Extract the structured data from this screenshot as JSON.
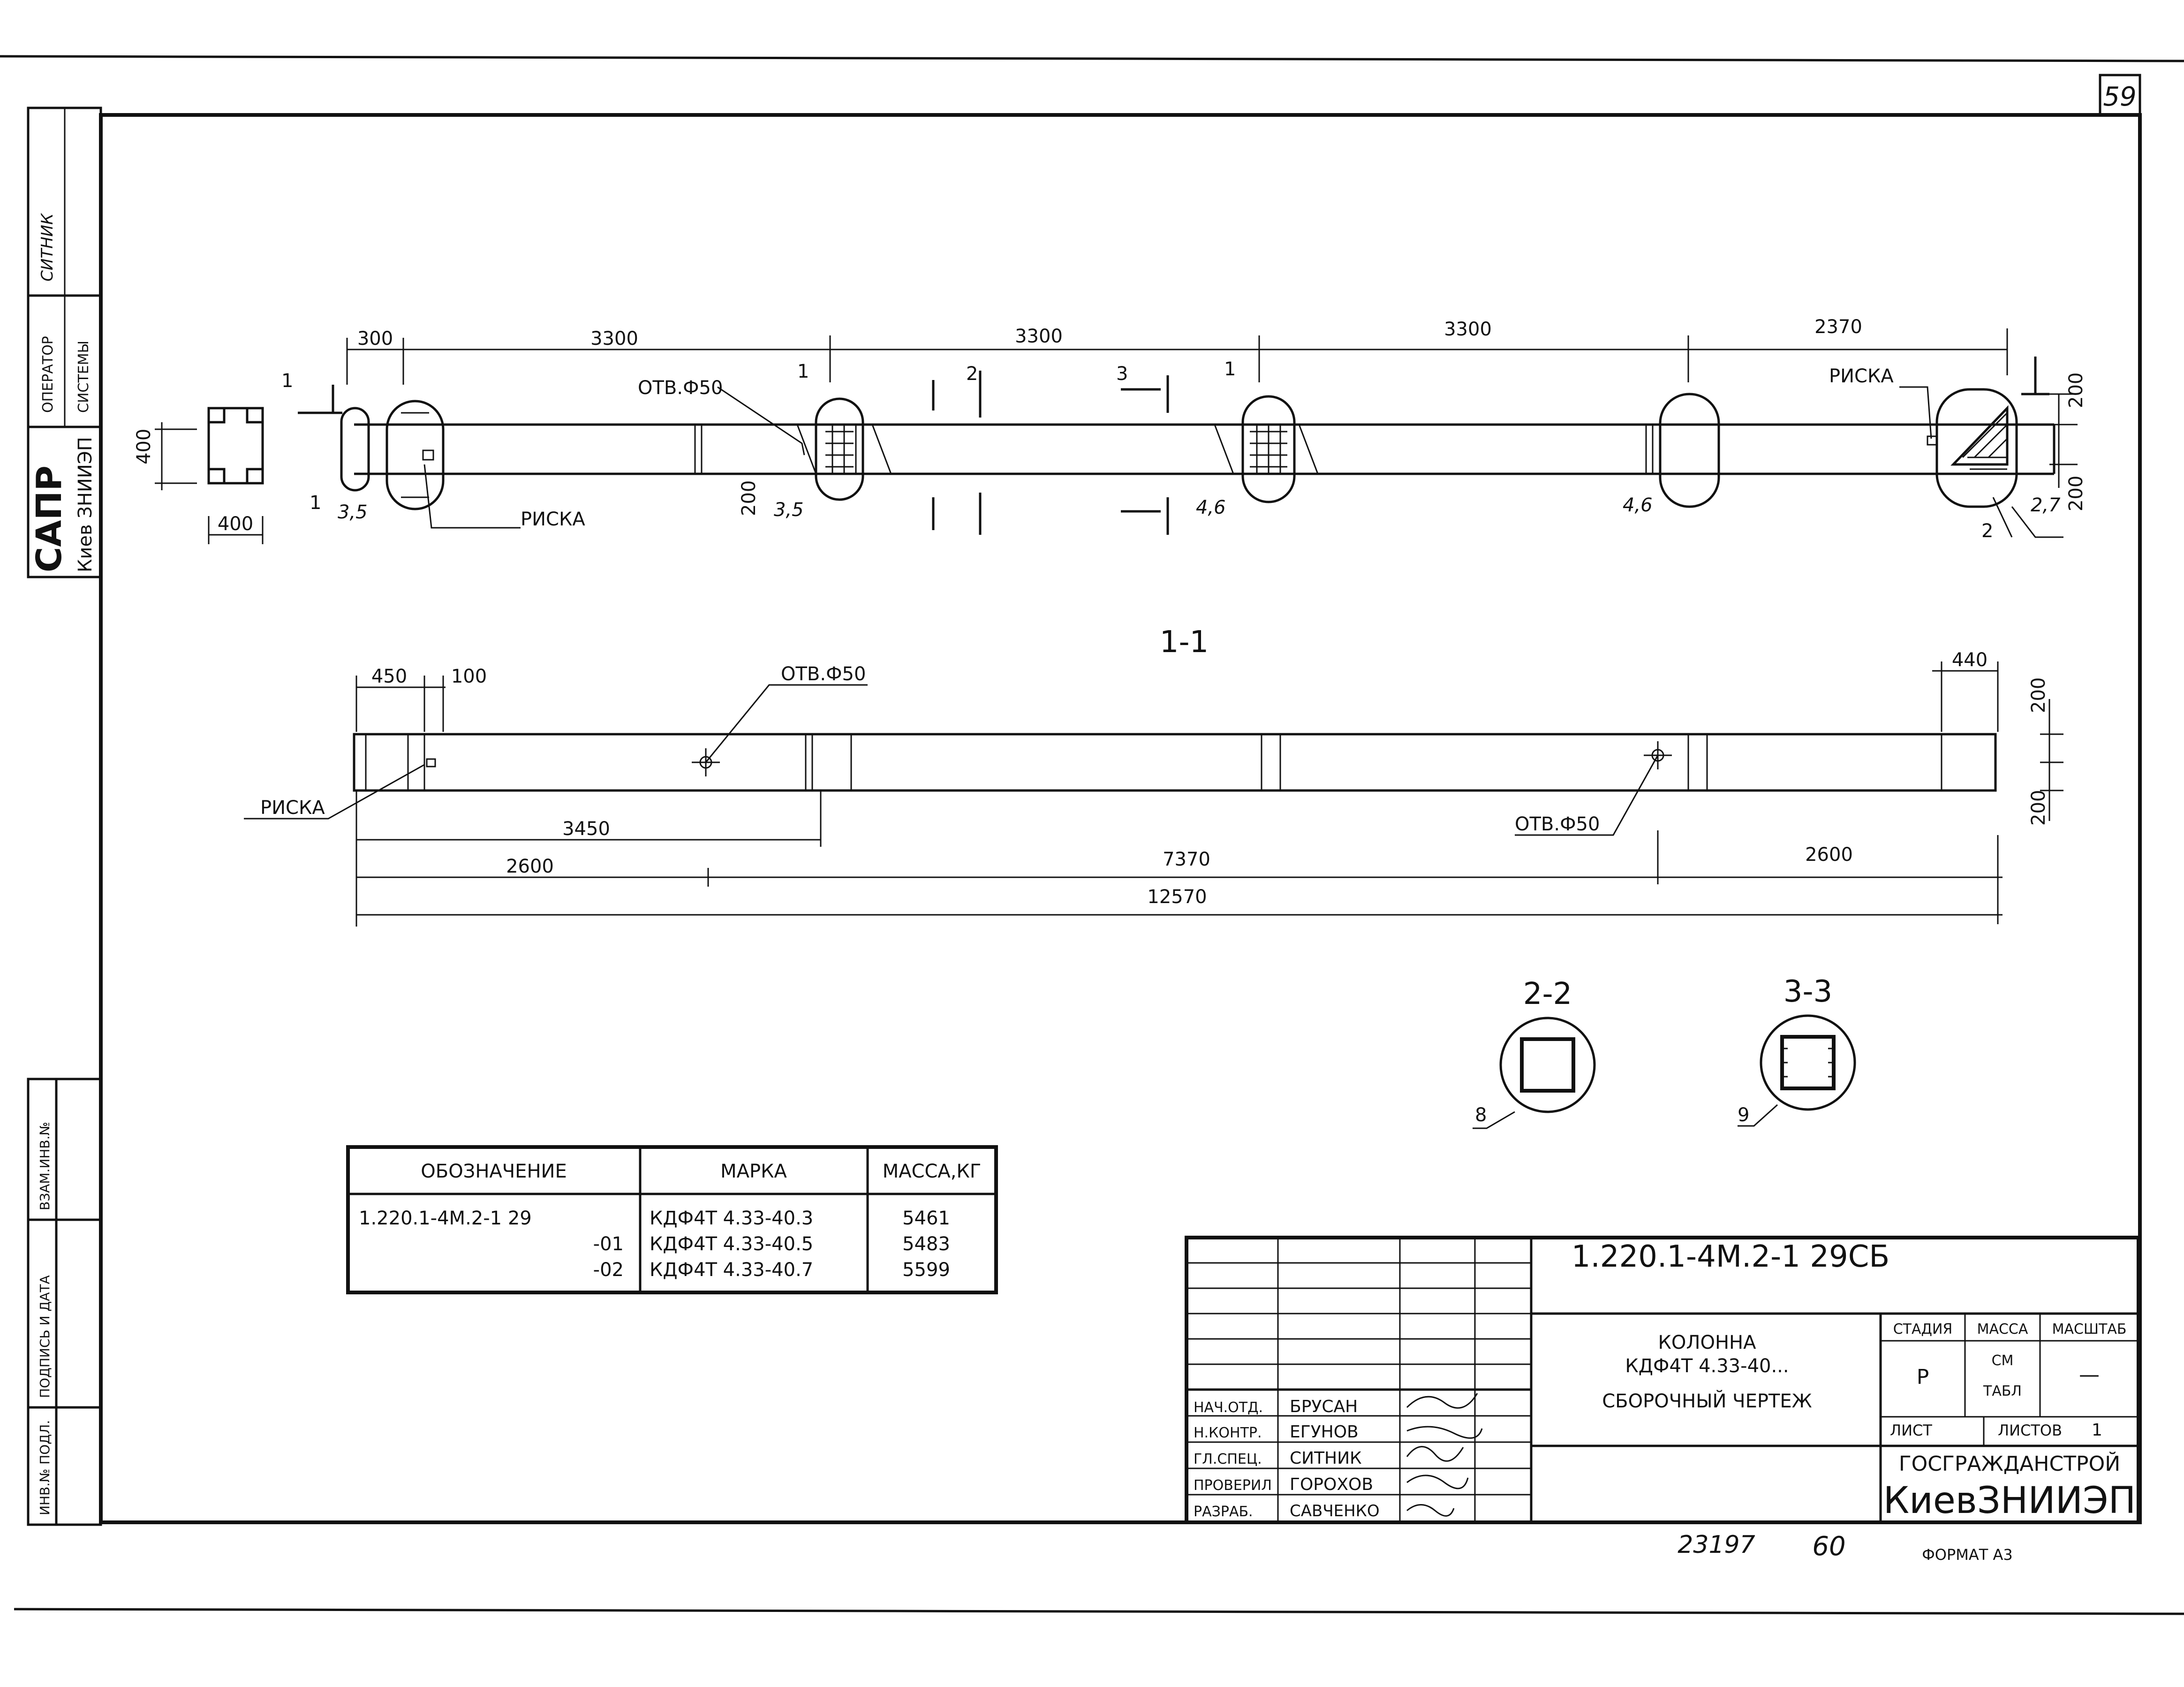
{
  "sheet": {
    "number": "59",
    "bottom_number_1": "23197",
    "bottom_number_2": "60",
    "format": "ФОРМАТ А3"
  },
  "side_stamp": {
    "sapr": "САПР",
    "org": "Киев ЗНИИЭП",
    "operator": "ОПЕРАТОР",
    "sistemy": "СИСТЕМЫ",
    "name": "СИТНИК",
    "vzam": "ВЗАМ.ИНВ.№",
    "podpis": "ПОДПИСЬ И ДАТА",
    "inv": "ИНВ.№ ПОДЛ."
  },
  "plan": {
    "dims_top": [
      "300",
      "3300",
      "3300",
      "3300",
      "2370"
    ],
    "dim_left": "400",
    "dim_bottom_left": "400",
    "dim_200": "200",
    "dims_right": [
      "200",
      "200"
    ],
    "labels": {
      "otv_f50": "ОТВ.Ф50",
      "riska": "РИСКА",
      "riska_right": "РИСКА"
    },
    "cut_marks": {
      "c1": "1",
      "c2": "2",
      "c3": "3"
    },
    "callouts": [
      "1",
      "3,5",
      "1",
      "3,5",
      "1",
      "4,6",
      "4,6",
      "2,7",
      "2"
    ]
  },
  "section_1_1": {
    "title": "1-1",
    "dims_top": [
      "450",
      "100",
      "440"
    ],
    "dims_right": [
      "200",
      "200"
    ],
    "labels": {
      "otv_f50_top": "ОТВ.Ф50",
      "otv_f50_bottom": "ОТВ.Ф50",
      "riska": "РИСКА"
    },
    "dims_bottom": {
      "d3450": "3450",
      "d2600_left": "2600",
      "d7370": "7370",
      "d2600_right": "2600",
      "d12570": "12570"
    }
  },
  "sections_small": [
    {
      "title": "2-2",
      "callout": "8"
    },
    {
      "title": "3-3",
      "callout": "9"
    }
  ],
  "spec_table": {
    "headers": [
      "ОБОЗНАЧЕНИЕ",
      "МАРКА",
      "МАССА,КГ"
    ],
    "rows": [
      [
        "1.220.1-4М.2-1 29",
        "КДФ4Т 4.33-40.3",
        "5461"
      ],
      [
        "-01",
        "КДФ4Т 4.33-40.5",
        "5483"
      ],
      [
        "-02",
        "КДФ4Т 4.33-40.7",
        "5599"
      ]
    ]
  },
  "title_block": {
    "code": "1.220.1-4М.2-1 29СБ",
    "name_line1": "КОЛОННА",
    "name_line2": "КДФ4Т 4.33-40...",
    "name_line3": "СБОРОЧНЫЙ ЧЕРТЕЖ",
    "stage_header": "СТАДИЯ",
    "mass_header": "МАССА",
    "scale_header": "МАСШТАБ",
    "stage_value": "Р",
    "mass_value_1": "СМ",
    "mass_value_2": "ТАБЛ",
    "scale_value": "—",
    "sheet_label": "ЛИСТ",
    "sheets_label": "ЛИСТОВ",
    "sheets_value": "1",
    "org_1": "ГОСГРАЖДАНСТРОЙ",
    "org_2": "КиевЗНИИЭП",
    "staff": [
      {
        "role": "НАЧ.ОТД.",
        "name": "БРУСАН"
      },
      {
        "role": "Н.КОНТР.",
        "name": "ЕГУНОВ"
      },
      {
        "role": "ГЛ.СПЕЦ.",
        "name": "СИТНИК"
      },
      {
        "role": "ПРОВЕРИЛ",
        "name": "ГОРОХОВ"
      },
      {
        "role": "РАЗРАБ.",
        "name": "САВЧЕНКО"
      }
    ]
  }
}
